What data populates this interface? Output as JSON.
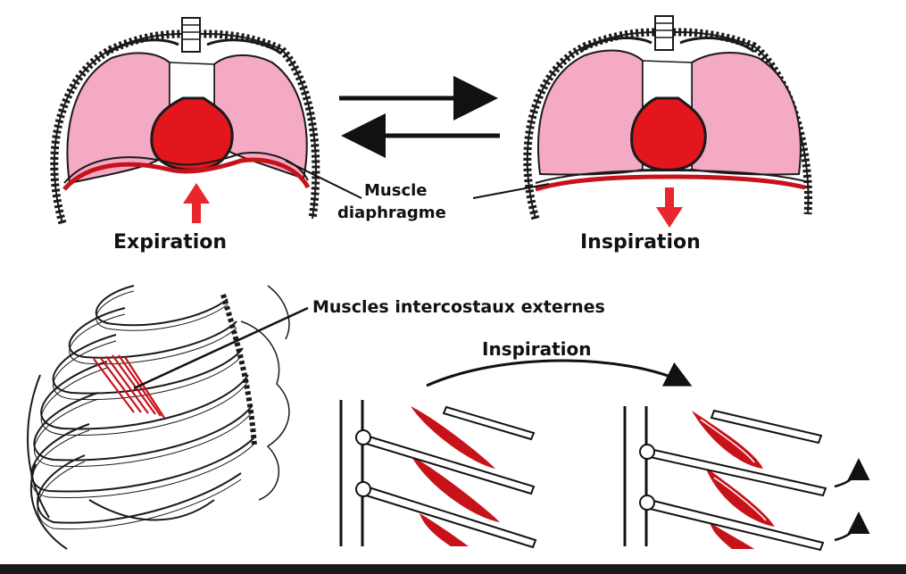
{
  "labels": {
    "expiration": "Expiration",
    "inspiration_top": "Inspiration",
    "diaphragm_line1": "Muscle",
    "diaphragm_line2": "diaphragme",
    "intercostal": "Muscles intercostaux externes",
    "inspiration_bottom": "Inspiration"
  },
  "colors": {
    "lung": "#f4a9c4",
    "heart": "#e3151d",
    "muscle": "#c8121a",
    "arrow_red": "#e8262b",
    "outline": "#1a1a1a"
  }
}
